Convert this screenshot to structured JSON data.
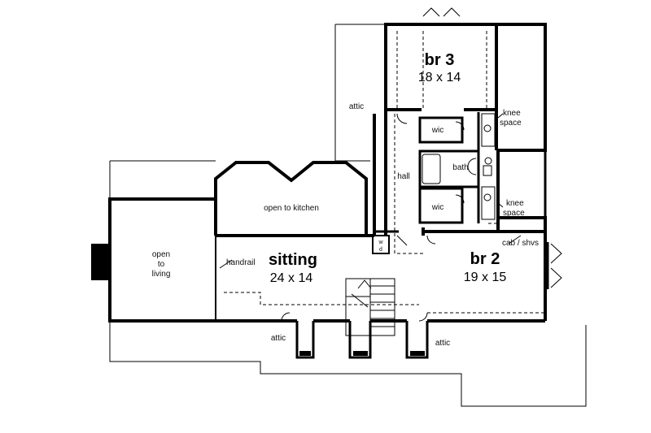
{
  "plan": {
    "rooms": {
      "br3": {
        "name": "br 3",
        "dims": "18 x 14"
      },
      "br2": {
        "name": "br 2",
        "dims": "19 x 15"
      },
      "sitting": {
        "name": "sitting",
        "dims": "24 x 14"
      }
    },
    "labels": {
      "attic_top": "attic",
      "attic_left": "attic",
      "attic_right": "attic",
      "hall": "hall",
      "wic_top": "wic",
      "wic_bottom": "wic",
      "bath": "bath",
      "knee_top_1": "knee",
      "knee_top_2": "space",
      "knee_bot_1": "knee",
      "knee_bot_2": "space",
      "open_kitchen": "open to kitchen",
      "open_living_1": "open",
      "open_living_2": "to",
      "open_living_3": "living",
      "handrail": "handrail",
      "cab_shvs": "cab / shvs",
      "wd_1": "w",
      "wd_2": "d"
    }
  }
}
